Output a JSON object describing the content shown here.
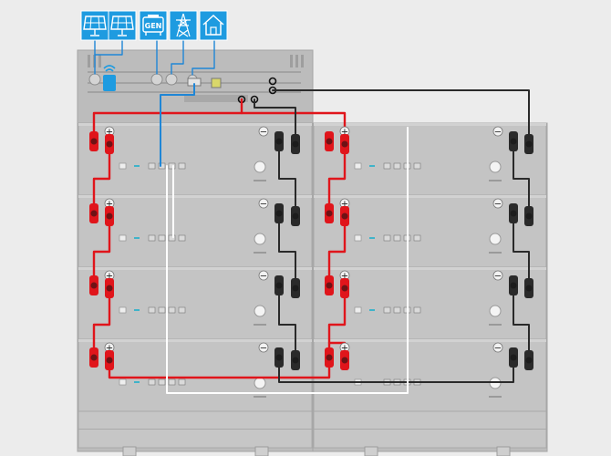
{
  "diagram": {
    "icons": [
      {
        "name": "solar-panel-icon-1",
        "kind": "solar"
      },
      {
        "name": "solar-panel-icon-2",
        "kind": "solar"
      },
      {
        "name": "generator-icon",
        "kind": "generator",
        "label": "GEN"
      },
      {
        "name": "grid-tower-icon",
        "kind": "grid"
      },
      {
        "name": "home-icon",
        "kind": "home"
      }
    ],
    "terminal_labels": {
      "positive": "+",
      "negative": "−"
    },
    "colors": {
      "background": "#ececec",
      "icon_blue": "#1e9be0",
      "cabinet": "#b9b9b9",
      "module": "#c4c4c4",
      "module_edge": "#a9a9a9",
      "positive_cable": "#e0151b",
      "negative_cable": "#2a2a2a",
      "comm_cable_white": "#ffffff",
      "comm_cable_blue": "#1f86d6"
    }
  }
}
